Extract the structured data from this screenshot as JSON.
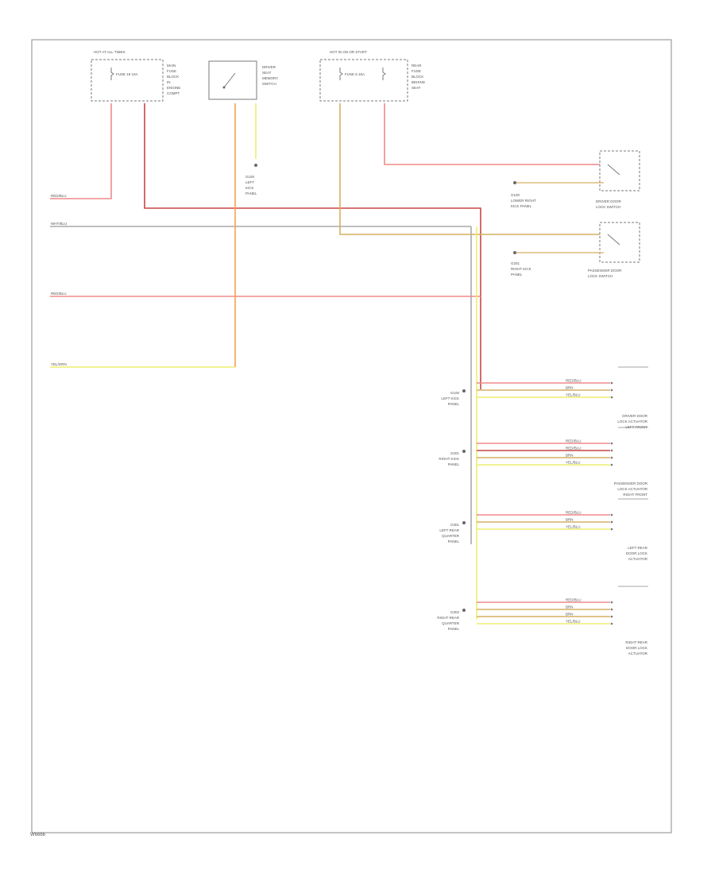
{
  "colors": {
    "red": "#f08a8a",
    "darkred": "#c84646",
    "grey": "#a9a9a9",
    "orange": "#f5a050",
    "yellow": "#eeee70",
    "tan": "#d4b060",
    "blue": "#9aa0d0",
    "frame": "#8a8a8a"
  },
  "page_ref": "W6666",
  "fuse_boxes": [
    {
      "title": "HOT AT ALL TIMES",
      "fuse": "FUSE 19 10A",
      "caption": [
        "MAIN",
        "FUSE",
        "BLOCK",
        "IN",
        "ENGINE",
        "COMPT"
      ]
    },
    {
      "title": "",
      "fuse": "",
      "caption": [
        "DRIVER",
        "SEAT",
        "MEMORY",
        "SWITCH"
      ]
    },
    {
      "title": "HOT IN ON OR START",
      "fuse": "FUSE 6 15A",
      "caption": [
        "REAR",
        "FUSE",
        "BLOCK",
        "BEHIND",
        "SEAT"
      ]
    }
  ],
  "ground_label": [
    "G100",
    "LEFT",
    "KICK",
    "PANEL"
  ],
  "left_wires": [
    {
      "label": "RED/BLU"
    },
    {
      "label": "WHT/BLU"
    },
    {
      "label": "RED/BLU"
    },
    {
      "label": "YEL/GRN"
    }
  ],
  "switches": [
    {
      "name": [
        "DRIVER DOOR",
        "LOCK SWITCH"
      ],
      "ground": [
        "G100",
        "LOWER RIGHT",
        "KICK PANEL"
      ]
    },
    {
      "name": [
        "PASSENGER DOOR",
        "LOCK SWITCH"
      ],
      "ground": [
        "G201",
        "RIGHT KICK",
        "PANEL"
      ]
    }
  ],
  "connectors": [
    {
      "ground": [
        "G100",
        "LEFT KICK",
        "PANEL"
      ],
      "component": [
        "DRIVER DOOR",
        "LOCK ACTUATOR",
        "LEFT FRONT"
      ],
      "wires": [
        "RED/BLU",
        "BRN",
        "YEL/BLU"
      ]
    },
    {
      "ground": [
        "G201",
        "RIGHT KICK",
        "PANEL"
      ],
      "component": [
        "PASSENGER DOOR",
        "LOCK ACTUATOR",
        "RIGHT FRONT"
      ],
      "wires": [
        "RED/BLU",
        "RED/BLU",
        "BRN",
        "YEL/BLU"
      ]
    },
    {
      "ground": [
        "G301",
        "LEFT REAR",
        "QUARTER",
        "PANEL"
      ],
      "component": [
        "LEFT REAR",
        "DOOR LOCK",
        "ACTUATOR"
      ],
      "wires": [
        "RED/BLU",
        "BRN",
        "YEL/BLU"
      ]
    },
    {
      "ground": [
        "G302",
        "RIGHT REAR",
        "QUARTER",
        "PANEL"
      ],
      "component": [
        "RIGHT REAR",
        "DOOR LOCK",
        "ACTUATOR"
      ],
      "wires": [
        "RED/BLU",
        "BRN",
        "BRN",
        "YEL/BLU"
      ]
    }
  ]
}
